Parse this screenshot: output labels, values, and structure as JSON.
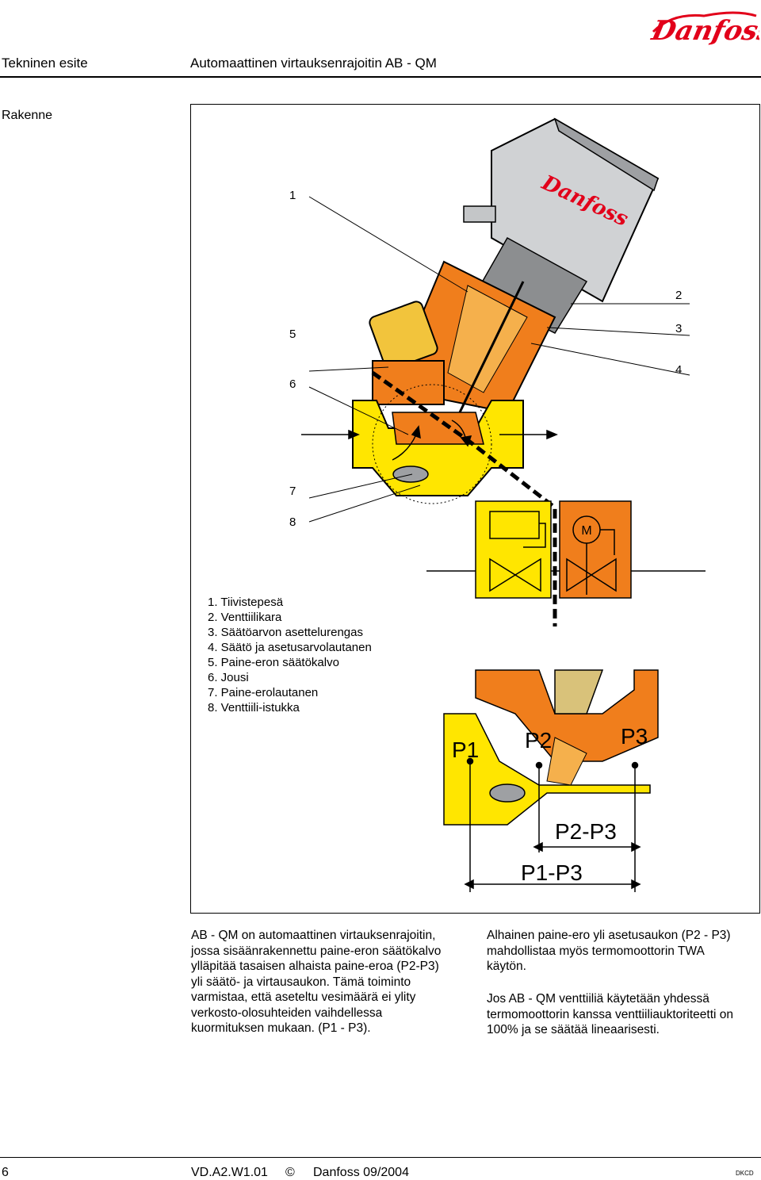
{
  "header": {
    "left": "Tekninen esite",
    "title": "Automaattinen virtauksenrajoitin AB - QM",
    "brand": "Danfoss"
  },
  "section_title": "Rakenne",
  "figure": {
    "callouts": [
      "1",
      "2",
      "3",
      "4",
      "5",
      "6",
      "7",
      "8"
    ],
    "pressure_labels": [
      "P1",
      "P2",
      "P3"
    ],
    "differential_labels": [
      "P2-P3",
      "P1-P3"
    ],
    "motor_symbol": "M",
    "colors": {
      "orange": "#F07E1C",
      "yellow": "#FFE600",
      "red": "#E2001A",
      "steel": "#B9BBBE"
    }
  },
  "legend": [
    "1.  Tiivistepesä",
    "2.  Venttiilikara",
    "3.  Säätöarvon asettelurengas",
    "4.  Säätö ja asetusarvolautanen",
    "5.  Paine-eron säätökalvo",
    "6.  Jousi",
    "7.  Paine-erolautanen",
    "8.  Venttiili-istukka"
  ],
  "body_left": [
    "AB - QM on automaattinen virtauksenrajoitin,",
    "jossa sisäänrakennettu paine-eron säätökalvo",
    "ylläpitää tasaisen alhaista paine-eroa (P2-P3)",
    "yli säätö- ja virtausaukon. Tämä toiminto",
    "varmistaa, että aseteltu vesimäärä ei ylity",
    "verkosto-olosuhteiden vaihdellessa",
    "kuormituksen mukaan. (P1 - P3)."
  ],
  "body_right_1": [
    "Alhainen paine-ero yli asetusaukon (P2 - P3)",
    "mahdollistaa myös termomoottorin TWA",
    "käytön."
  ],
  "body_right_2": [
    "Jos AB - QM venttiiliä käytetään yhdessä",
    "termomoottorin kanssa venttiiliauktoriteetti on",
    "100% ja se säätää lineaarisesti."
  ],
  "footer": {
    "page": "6",
    "code": "VD.A2.W1.01",
    "copyright_symbol": "©",
    "copyright": "Danfoss 09/2004",
    "lang": "DKCD"
  }
}
